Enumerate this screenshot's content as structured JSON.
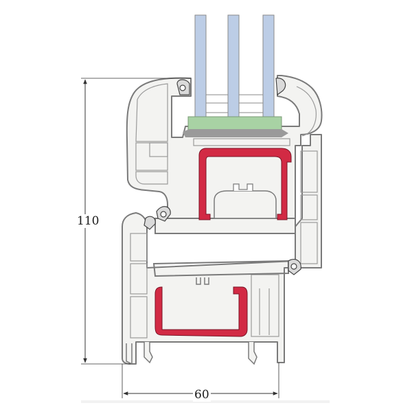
{
  "dimensions": {
    "height_label": "110",
    "width_label": "60"
  },
  "colors": {
    "profile_fill": "#f3f3f1",
    "profile_stroke": "#7a7a7a",
    "glass": "#bccde6",
    "spacer": "#a8d2a4",
    "steel_reinforcement": "#d22a44",
    "dimension_line": "#333333"
  },
  "components": [
    "triple-glass-panes",
    "glazing-spacer",
    "sash-profile",
    "frame-profile",
    "sash-steel-reinforcement",
    "frame-steel-reinforcement",
    "gaskets"
  ]
}
